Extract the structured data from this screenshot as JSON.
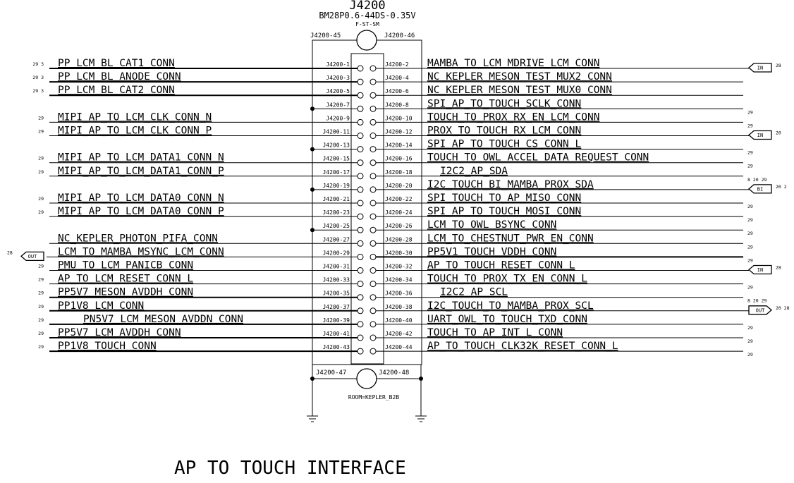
{
  "connector": {
    "refdes": "J4200",
    "part": "BM28P0.6-44DS-0.35V",
    "variant": "F-ST-SM",
    "room": "ROOM=KEPLER_B2B",
    "mount_pins": [
      "J4200-45",
      "J4200-46",
      "J4200-47",
      "J4200-48"
    ]
  },
  "title": "AP TO TOUCH INTERFACE",
  "rows": [
    {
      "left": {
        "pin": "J4200-1",
        "net": "PP_LCM_BL_CAT1_CONN",
        "ref": "29 3",
        "dot": false,
        "bold": true,
        "indent": 0
      },
      "right": {
        "pin": "J4200-2",
        "net": "MAMBA_TO_LCM_MDRIVE_LCM_CONN",
        "ref": "28",
        "flag": "IN",
        "bold": false,
        "indent": 0
      }
    },
    {
      "left": {
        "pin": "J4200-3",
        "net": "PP_LCM_BL_ANODE_CONN",
        "ref": "29 3",
        "dot": false,
        "bold": true,
        "indent": 0
      },
      "right": {
        "pin": "J4200-4",
        "net": "NC_KEPLER_MESON_TEST_MUX2_CONN",
        "ref": "",
        "flag": "",
        "bold": false,
        "indent": 0
      }
    },
    {
      "left": {
        "pin": "J4200-5",
        "net": "PP_LCM_BL_CAT2_CONN",
        "ref": "29 3",
        "dot": false,
        "bold": true,
        "indent": 0
      },
      "right": {
        "pin": "J4200-6",
        "net": "NC_KEPLER_MESON_TEST_MUX0_CONN",
        "ref": "",
        "flag": "",
        "bold": false,
        "indent": 0
      }
    },
    {
      "left": {
        "pin": "J4200-7",
        "net": "",
        "ref": "",
        "dot": true,
        "bold": false,
        "indent": 0
      },
      "right": {
        "pin": "J4200-8",
        "net": "SPI_AP_TO_TOUCH_SCLK_CONN",
        "ref": "29",
        "flag": "",
        "bold": false,
        "indent": 0
      }
    },
    {
      "left": {
        "pin": "J4200-9",
        "net": "MIPI_AP_TO_LCM_CLK_CONN_N",
        "ref": "29",
        "dot": false,
        "bold": false,
        "indent": 0
      },
      "right": {
        "pin": "J4200-10",
        "net": "TOUCH_TO_PROX_RX_EN_LCM_CONN",
        "ref": "29",
        "flag": "",
        "bold": false,
        "indent": 0
      }
    },
    {
      "left": {
        "pin": "J4200-11",
        "net": "MIPI_AP_TO_LCM_CLK_CONN_P",
        "ref": "29",
        "dot": false,
        "bold": false,
        "indent": 0
      },
      "right": {
        "pin": "J4200-12",
        "net": "PROX_TO_TOUCH_RX_LCM_CONN",
        "ref": "20",
        "flag": "IN",
        "bold": false,
        "indent": 0
      }
    },
    {
      "left": {
        "pin": "J4200-13",
        "net": "",
        "ref": "",
        "dot": true,
        "bold": false,
        "indent": 0
      },
      "right": {
        "pin": "J4200-14",
        "net": "SPI_AP_TO_TOUCH_CS_CONN_L",
        "ref": "29",
        "flag": "",
        "bold": false,
        "indent": 0
      }
    },
    {
      "left": {
        "pin": "J4200-15",
        "net": "MIPI_AP_TO_LCM_DATA1_CONN_N",
        "ref": "29",
        "dot": false,
        "bold": false,
        "indent": 0
      },
      "right": {
        "pin": "J4200-16",
        "net": "TOUCH_TO_OWL_ACCEL_DATA_REQUEST_CONN",
        "ref": "29",
        "flag": "",
        "bold": false,
        "indent": 0
      }
    },
    {
      "left": {
        "pin": "J4200-17",
        "net": "MIPI_AP_TO_LCM_DATA1_CONN_P",
        "ref": "29",
        "dot": false,
        "bold": false,
        "indent": 0
      },
      "right": {
        "pin": "J4200-18",
        "net": "I2C2_AP_SDA",
        "ref": "8 20 29",
        "flag": "",
        "bold": false,
        "indent": 2
      }
    },
    {
      "left": {
        "pin": "J4200-19",
        "net": "",
        "ref": "",
        "dot": true,
        "bold": false,
        "indent": 0
      },
      "right": {
        "pin": "J4200-20",
        "net": "I2C_TOUCH_BI_MAMBA_PROX_SDA",
        "ref": "20 2",
        "flag": "BI",
        "bold": false,
        "indent": 0
      }
    },
    {
      "left": {
        "pin": "J4200-21",
        "net": "MIPI_AP_TO_LCM_DATA0_CONN_N",
        "ref": "29",
        "dot": false,
        "bold": false,
        "indent": 0
      },
      "right": {
        "pin": "J4200-22",
        "net": "SPI_TOUCH_TO_AP_MISO_CONN",
        "ref": "29",
        "flag": "",
        "bold": false,
        "indent": 0
      }
    },
    {
      "left": {
        "pin": "J4200-23",
        "net": "MIPI_AP_TO_LCM_DATA0_CONN_P",
        "ref": "29",
        "dot": false,
        "bold": false,
        "indent": 0
      },
      "right": {
        "pin": "J4200-24",
        "net": "SPI_AP_TO_TOUCH_MOSI_CONN",
        "ref": "29",
        "flag": "",
        "bold": false,
        "indent": 0
      }
    },
    {
      "left": {
        "pin": "J4200-25",
        "net": "",
        "ref": "",
        "dot": true,
        "bold": false,
        "indent": 0
      },
      "right": {
        "pin": "J4200-26",
        "net": "LCM_TO_OWL_BSYNC_CONN",
        "ref": "29",
        "flag": "",
        "bold": false,
        "indent": 0
      }
    },
    {
      "left": {
        "pin": "J4200-27",
        "net": "NC_KEPLER_PHOTON_PIFA_CONN",
        "ref": "",
        "dot": false,
        "bold": false,
        "indent": 0
      },
      "right": {
        "pin": "J4200-28",
        "net": "LCM_TO_CHESTNUT_PWR_EN_CONN",
        "ref": "29",
        "flag": "",
        "bold": false,
        "indent": 0
      }
    },
    {
      "left": {
        "pin": "J4200-29",
        "net": "LCM_TO_MAMBA_MSYNC_LCM_CONN",
        "ref": "28",
        "dot": false,
        "bold": false,
        "indent": 0,
        "flag": "OUT"
      },
      "right": {
        "pin": "J4200-30",
        "net": "PP5V1_TOUCH_VDDH_CONN",
        "ref": "29",
        "flag": "",
        "bold": true,
        "indent": 0
      }
    },
    {
      "left": {
        "pin": "J4200-31",
        "net": "PMU_TO_LCM_PANICB_CONN",
        "ref": "29",
        "dot": false,
        "bold": false,
        "indent": 0
      },
      "right": {
        "pin": "J4200-32",
        "net": "AP_TO_TOUCH_RESET_CONN_L",
        "ref": "28",
        "flag": "IN",
        "bold": false,
        "indent": 0
      }
    },
    {
      "left": {
        "pin": "J4200-33",
        "net": "AP_TO_LCM_RESET_CONN_L",
        "ref": "29",
        "dot": false,
        "bold": false,
        "indent": 0
      },
      "right": {
        "pin": "J4200-34",
        "net": "TOUCH_TO_PROX_TX_EN_CONN_L",
        "ref": "29",
        "flag": "",
        "bold": false,
        "indent": 0
      }
    },
    {
      "left": {
        "pin": "J4200-35",
        "net": "PP5V7_MESON_AVDDH_CONN",
        "ref": "29",
        "dot": false,
        "bold": true,
        "indent": 0
      },
      "right": {
        "pin": "J4200-36",
        "net": "I2C2_AP_SCL",
        "ref": "8 20 29",
        "flag": "",
        "bold": false,
        "indent": 2
      }
    },
    {
      "left": {
        "pin": "J4200-37",
        "net": "PP1V8_LCM_CONN",
        "ref": "29",
        "dot": false,
        "bold": true,
        "indent": 0
      },
      "right": {
        "pin": "J4200-38",
        "net": "I2C_TOUCH_TO_MAMBA_PROX_SCL",
        "ref": "20 28",
        "flag": "OUT",
        "bold": false,
        "indent": 0
      }
    },
    {
      "left": {
        "pin": "J4200-39",
        "net": "PN5V7_LCM_MESON_AVDDN_CONN",
        "ref": "29",
        "dot": false,
        "bold": true,
        "indent": 4
      },
      "right": {
        "pin": "J4200-40",
        "net": "UART_OWL_TO_TOUCH_TXD_CONN",
        "ref": "29",
        "flag": "",
        "bold": false,
        "indent": 0
      }
    },
    {
      "left": {
        "pin": "J4200-41",
        "net": "PP5V7_LCM_AVDDH_CONN",
        "ref": "29",
        "dot": false,
        "bold": true,
        "indent": 0
      },
      "right": {
        "pin": "J4200-42",
        "net": "TOUCH_TO_AP_INT_L_CONN",
        "ref": "29",
        "flag": "",
        "bold": false,
        "indent": 0
      }
    },
    {
      "left": {
        "pin": "J4200-43",
        "net": "PP1V8_TOUCH_CONN",
        "ref": "29",
        "dot": false,
        "bold": true,
        "indent": 0
      },
      "right": {
        "pin": "J4200-44",
        "net": "AP_TO_TOUCH_CLK32K_RESET_CONN_L",
        "ref": "29",
        "flag": "",
        "bold": false,
        "indent": 0
      }
    }
  ]
}
